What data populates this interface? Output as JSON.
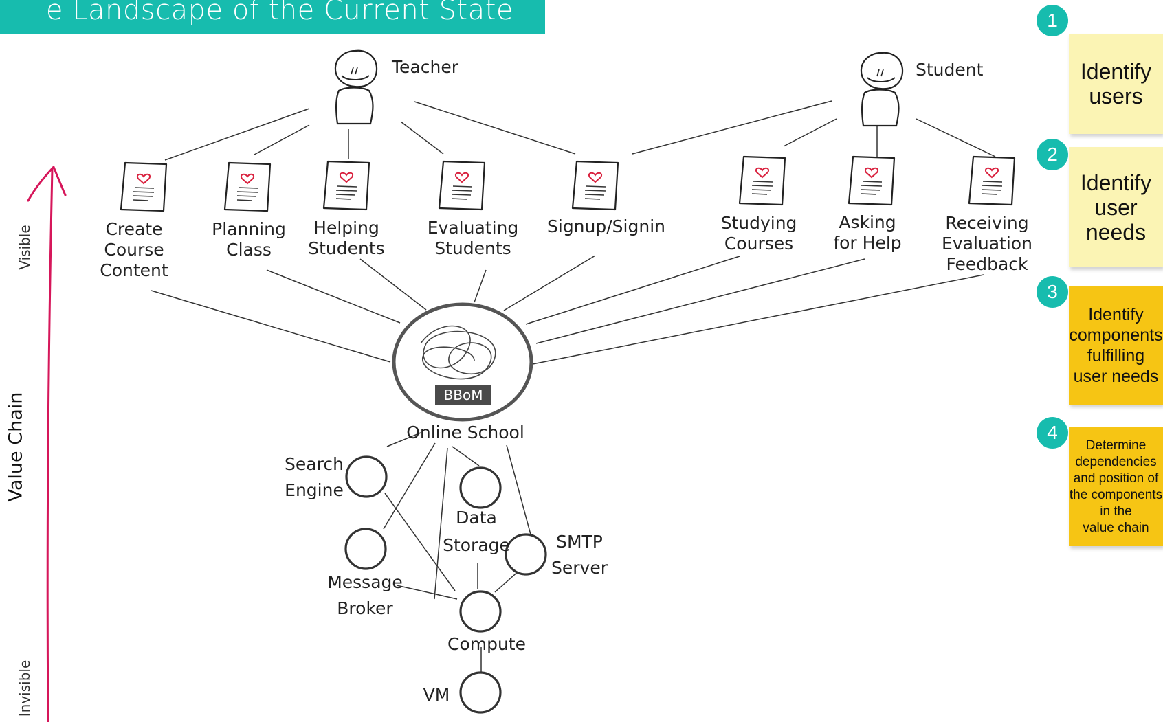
{
  "title": "e Landscape of the Current State",
  "users": [
    {
      "id": "teacher",
      "label": "Teacher"
    },
    {
      "id": "student",
      "label": "Student"
    }
  ],
  "needs": [
    {
      "id": "create",
      "lines": [
        "Create",
        "Course",
        "Content"
      ]
    },
    {
      "id": "planning",
      "lines": [
        "Planning",
        "Class"
      ]
    },
    {
      "id": "helping",
      "lines": [
        "Helping",
        "Students"
      ]
    },
    {
      "id": "evaluating",
      "lines": [
        "Evaluating",
        "Students"
      ]
    },
    {
      "id": "signup",
      "lines": [
        "Signup/Signin"
      ]
    },
    {
      "id": "studying",
      "lines": [
        "Studying",
        "Courses"
      ]
    },
    {
      "id": "asking",
      "lines": [
        "Asking",
        "for Help"
      ]
    },
    {
      "id": "receiving",
      "lines": [
        "Receiving",
        "Evaluation",
        "Feedback"
      ]
    }
  ],
  "main_component": {
    "label": "Online School",
    "badge": "BBoM"
  },
  "components": [
    {
      "id": "search",
      "lines": [
        "Search",
        "Engine"
      ]
    },
    {
      "id": "data",
      "lines": [
        "Data",
        "Storage"
      ]
    },
    {
      "id": "message",
      "lines": [
        "Message",
        "Broker"
      ]
    },
    {
      "id": "smtp",
      "lines": [
        "SMTP",
        "Server"
      ]
    },
    {
      "id": "compute",
      "lines": [
        "Compute"
      ]
    },
    {
      "id": "vm",
      "lines": [
        "VM"
      ]
    }
  ],
  "axis": {
    "title": "Value Chain",
    "top": "Visible",
    "bottom": "Invisible",
    "color": "#d6165a"
  },
  "colors": {
    "accent": "#17bcae",
    "sticky_light": "#fbf4b4",
    "sticky_dark": "#f6c514",
    "heart": "#d9213e"
  },
  "steps": [
    {
      "number": "1",
      "lines": [
        "Identify",
        "users"
      ]
    },
    {
      "number": "2",
      "lines": [
        "Identify",
        "user",
        "needs"
      ]
    },
    {
      "number": "3",
      "lines": [
        "Identify",
        "components",
        "fulfilling",
        "user needs"
      ]
    },
    {
      "number": "4",
      "lines": [
        "Determine",
        "dependencies",
        "and position of",
        "the components",
        "in the",
        "value chain"
      ]
    }
  ]
}
